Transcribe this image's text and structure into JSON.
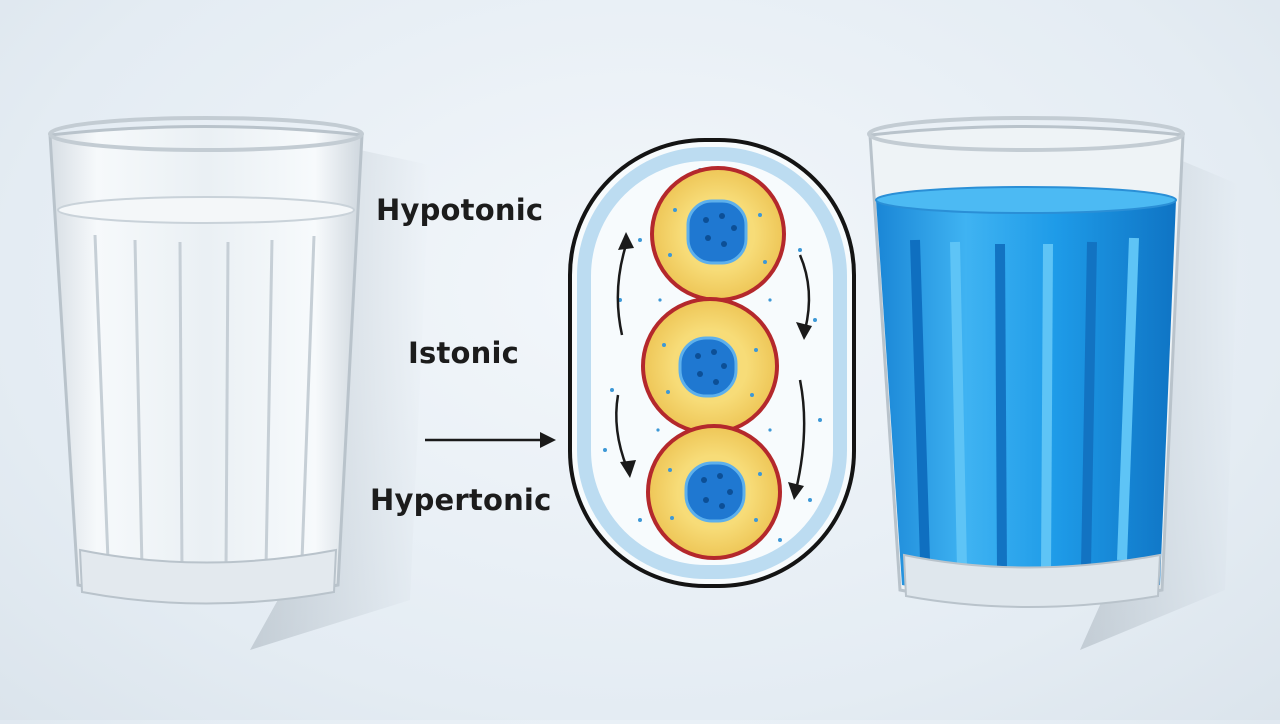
{
  "labels": {
    "hypotonic": "Hypotonic",
    "isotonic": "Istonic",
    "hypertonic": "Hypertonic"
  },
  "left_glass": {
    "content": "clear-water",
    "liquid_color": "#eef3f6"
  },
  "right_glass": {
    "content": "blue-water",
    "liquid_color": "#1e9be8"
  },
  "cells": [
    {
      "state": "hypotonic"
    },
    {
      "state": "isotonic"
    },
    {
      "state": "hypertonic"
    }
  ],
  "colors": {
    "cell_cytoplasm": "#f4d56b",
    "cell_membrane": "#b4282c",
    "nucleus": "#1f78d1",
    "capsule_fill": "#f7fbfd",
    "capsule_border": "#141414",
    "capsule_rim": "#bcdcf1",
    "arrow": "#1a1a1a"
  }
}
